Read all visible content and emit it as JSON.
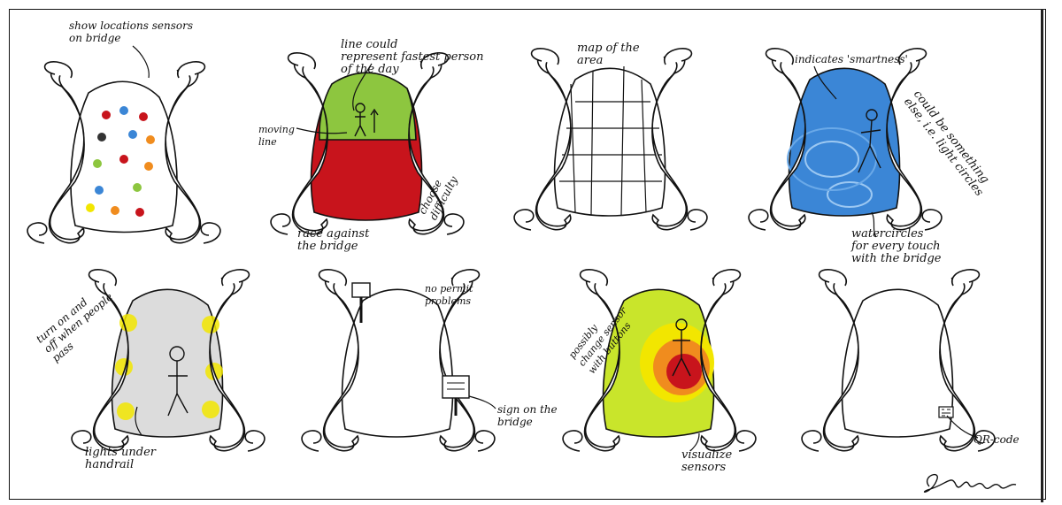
{
  "annotations": {
    "sensors": "show locations sensors\non bridge",
    "fastest": "line could\nrepresent fastest person\nof the day",
    "moving_line": "moving\nline",
    "race": "race against\nthe bridge",
    "difficulty": "choose\ndifficulty",
    "map": "map of the\narea",
    "smartness": "indicates 'smartness'",
    "something_else": "could be something\nelse, i.e. light circles",
    "watercircles": "watercircles\nfor every touch\nwith the bridge",
    "turn_on": "turn on and\noff when people\npass",
    "lights": "lights under\nhandrail",
    "no_permit": "no permit\nproblems",
    "sign": "sign on the\nbridge",
    "possibly": "possibly\nchange sensor\nwith buttons",
    "visualize": "visualize\nsensors",
    "qr": "QR-code"
  },
  "colors": {
    "ink": "#111111",
    "green": "#8dc63f",
    "red": "#c8141c",
    "blue": "#3b86d6",
    "yellow": "#f2e600",
    "grey": "#dcdcdc",
    "orange": "#f08c1e"
  },
  "icons": [
    "signature-mark"
  ]
}
